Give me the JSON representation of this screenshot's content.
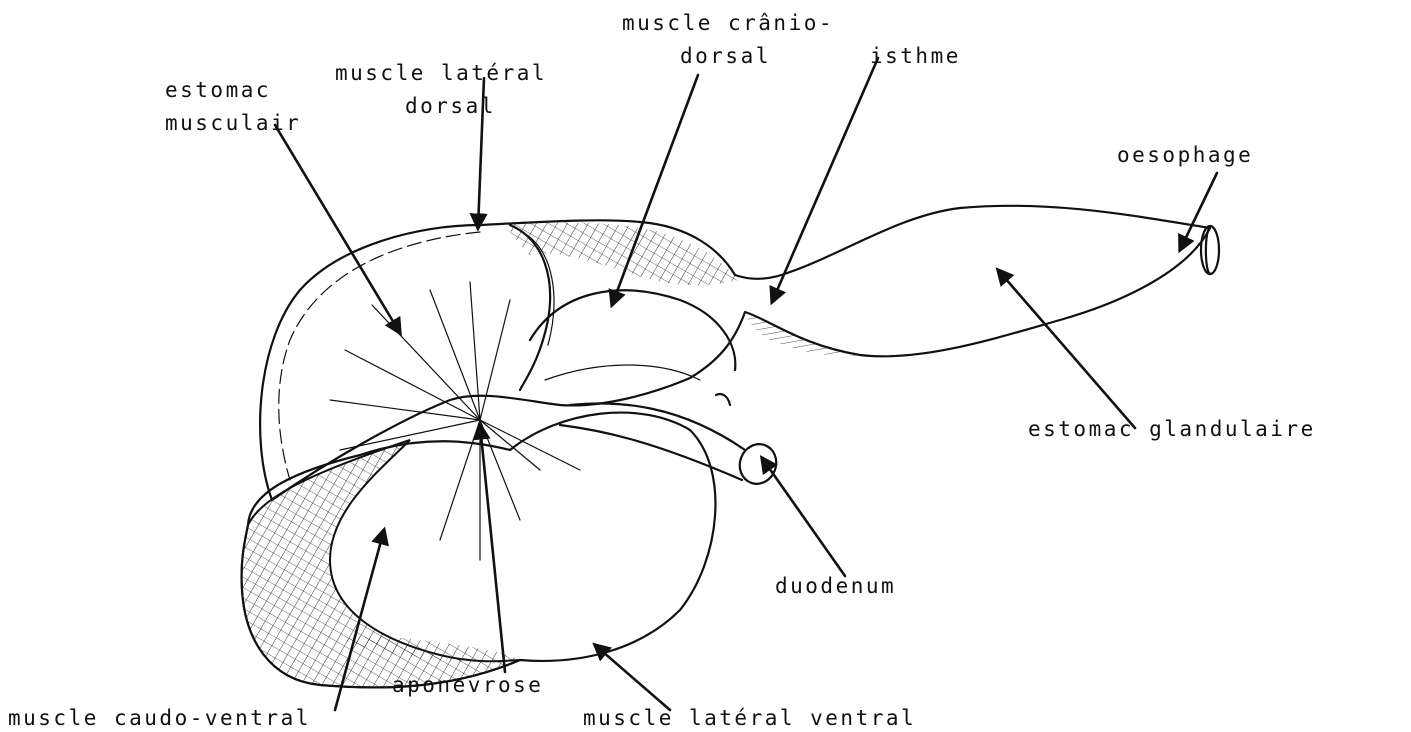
{
  "diagram": {
    "labels": {
      "estomac_musculaire_1": "estomac",
      "estomac_musculaire_2": "musculair",
      "muscle_lateral_dorsal_1": "muscle latéral",
      "muscle_lateral_dorsal_2": "dorsal",
      "muscle_cranio_dorsal_1": "muscle crânio-",
      "muscle_cranio_dorsal_2": "dorsal",
      "isthme": "isthme",
      "oesophage": "oesophage",
      "estomac_glandulaire": "estomac glandulaire",
      "duodenum": "duodenum",
      "aponevrose": "aponevrose",
      "muscle_caudo_ventral": "muscle caudo-ventral",
      "muscle_lateral_ventral": "muscle latéral ventral"
    }
  }
}
